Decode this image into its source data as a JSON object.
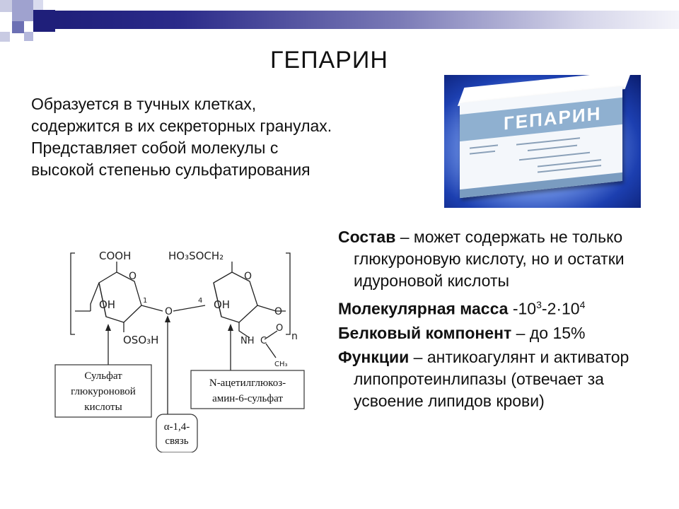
{
  "slide": {
    "title": "ГЕПАРИН",
    "intro": "Образуется в тучных клетках, содержится в их секреторных гранулах. Представляет собой молекулы с высокой степенью сульфатирования"
  },
  "package": {
    "brand": "ГЕПАРИН"
  },
  "composition": {
    "sostav_term": "Состав",
    "sostav_text": " – может содержать не только глюкуроновую кислоту, но и остатки идуроновой кислоты",
    "mass_term": "Молекулярная масса",
    "mass_base1": " -10",
    "mass_exp1": "3",
    "mass_base2": "-2·10",
    "mass_exp2": "4",
    "protein_term": "Белковый компонент",
    "protein_text": " – до 15%",
    "functions_term": "Функции",
    "functions_text": " – антикоагулянт и активатор липопротеинлипазы (отвечает за усвоение липидов крови)"
  },
  "structure": {
    "cooh": "COOH",
    "ho3soch2": "HO₃SOCH₂",
    "oh_left": "OH",
    "oh_right": "OH",
    "oso3h": "OSO₃H",
    "nh": "NH",
    "ch3": "CH₃",
    "ring_o": "O",
    "bridge_o": "O",
    "carbonyl_o": "O",
    "end_o": "O",
    "n": "n",
    "c": "C",
    "pos1": "1",
    "pos4": "4",
    "label_sulfate_line1": "Сульфат",
    "label_sulfate_line2": "глюкуроновой",
    "label_sulfate_line3": "кислоты",
    "label_link_line1": "α-1,4-",
    "label_link_line2": "связь",
    "label_acetyl_line1": "N-ацетилглюкоз-",
    "label_acetyl_line2": "амин-6-сульфат"
  }
}
